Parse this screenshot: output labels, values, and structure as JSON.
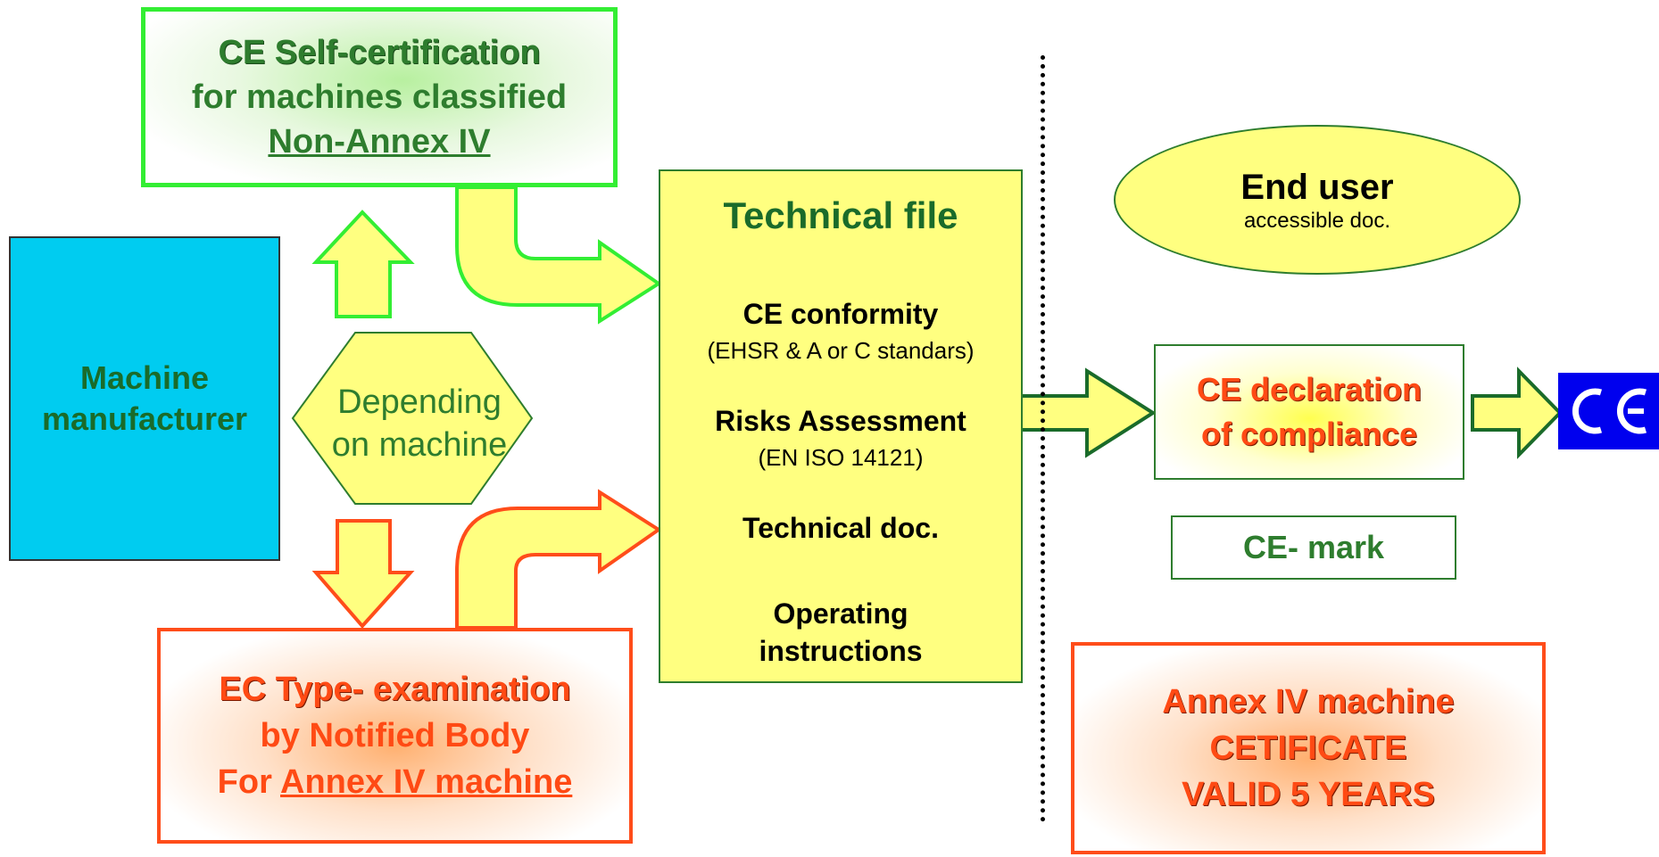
{
  "self_cert": {
    "line1": "CE Self-certification",
    "line2": "for machines classified",
    "line3": "Non-Annex IV"
  },
  "manufacturer": {
    "line1": "Machine",
    "line2": "manufacturer"
  },
  "decision": {
    "line1": "Depending",
    "line2": "on machine"
  },
  "ec_type": {
    "line1": "EC Type- examination",
    "line2": "by Notified Body",
    "line3_prefix": "For ",
    "line3_link": "Annex IV machine"
  },
  "technical_file": {
    "title": "Technical file",
    "item1": "CE conformity",
    "item1_sub": "(EHSR & A or C standars)",
    "item2": "Risks Assessment",
    "item2_sub": "(EN ISO 14121)",
    "item3": "Technical doc.",
    "item4_line1": "Operating",
    "item4_line2": "instructions"
  },
  "end_user": {
    "title": "End user",
    "subtitle": "accessible doc."
  },
  "declaration": {
    "line1": "CE declaration",
    "line2": "of compliance"
  },
  "ce_mark": {
    "label": "CE- mark"
  },
  "annex_cert": {
    "line1": "Annex IV machine",
    "line2": "CETIFICATE",
    "line3": "VALID 5 YEARS"
  },
  "colors": {
    "green_border": "#33ee33",
    "dark_green": "#2e7d2e",
    "orange": "#ff4a14",
    "yellow_fill": "#ffff80",
    "cyan": "#00ccf0",
    "ce_blue": "#0000ee"
  }
}
